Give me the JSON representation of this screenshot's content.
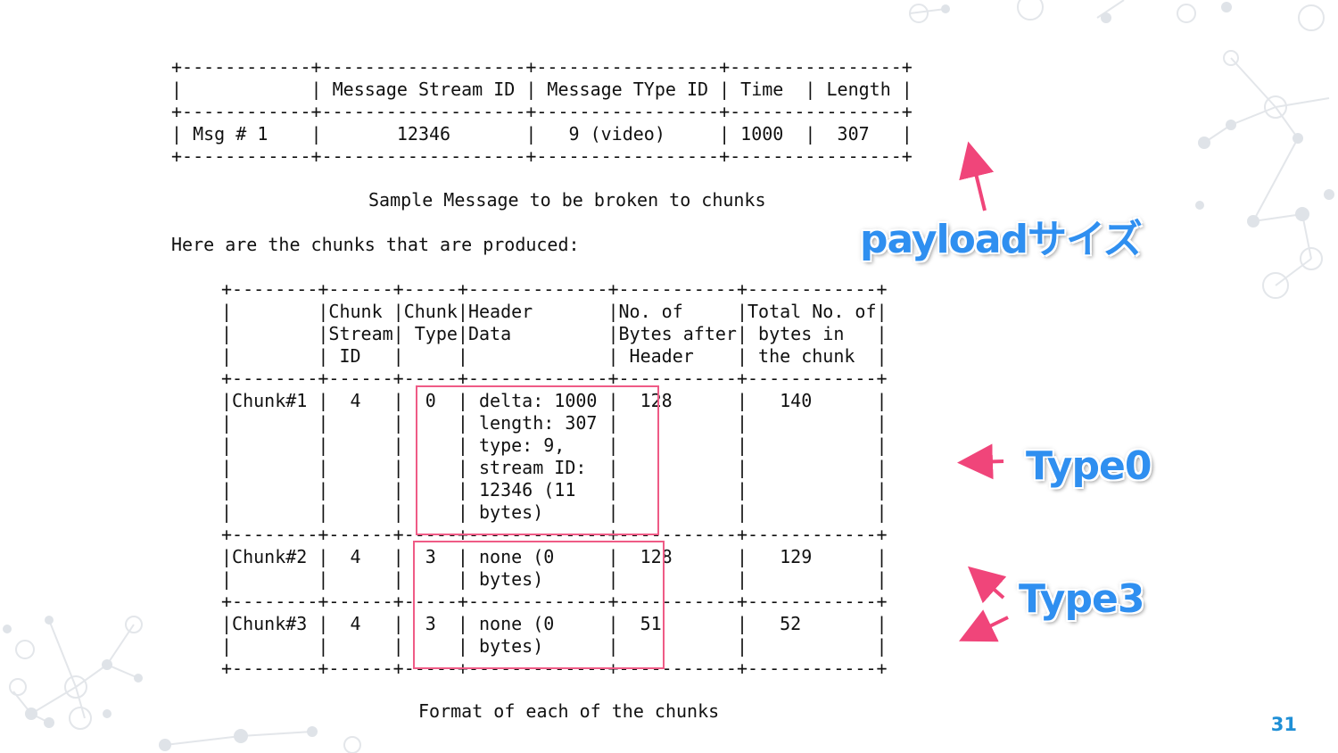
{
  "message_table": {
    "lines": [
      "+------------+-------------------+-----------------+----------------+",
      "|            | Message Stream ID | Message TYpe ID | Time  | Length |",
      "+------------+-------------------+-----------------+----------------+",
      "| Msg # 1    |       12346       |   9 (video)     | 1000  |  307   |",
      "+------------+-------------------+-----------------+----------------+"
    ]
  },
  "message_caption": "Sample Message to be broken to chunks",
  "chunks_intro": "Here are the chunks that are produced:",
  "chunk_table": {
    "lines": [
      "+--------+------+-----+-------------+-----------+------------+",
      "|        |Chunk |Chunk|Header       |No. of     |Total No. of|",
      "|        |Stream| Type|Data         |Bytes after| bytes in   |",
      "|        | ID   |     |             | Header    | the chunk  |",
      "+--------+------+-----+-------------+-----------+------------+",
      "|Chunk#1 |  4   |  0  | delta: 1000 |  128      |   140      |",
      "|        |      |     | length: 307 |           |            |",
      "|        |      |     | type: 9,    |           |            |",
      "|        |      |     | stream ID:  |           |            |",
      "|        |      |     | 12346 (11   |           |            |",
      "|        |      |     | bytes)      |           |            |",
      "+--------+------+-----+-------------+-----------+------------+",
      "|Chunk#2 |  4   |  3  | none (0     |  128      |   129      |",
      "|        |      |     | bytes)      |           |            |",
      "+--------+------+-----+-------------+-----------+------------+",
      "|Chunk#3 |  4   |  3  | none (0     |  51       |   52       |",
      "|        |      |     | bytes)      |           |            |",
      "+--------+------+-----+-------------+-----------+------------+"
    ]
  },
  "chunk_caption": "Format of each of the chunks",
  "annotations": {
    "payload": "payloadサイズ",
    "type0": "Type0",
    "type3": "Type3"
  },
  "page_number": "31",
  "colors": {
    "highlight": "#ef5b86",
    "annotation_text": "#2f8ff0",
    "arrow": "#f0457a",
    "page_number": "#1f8fd6",
    "decoration": "#dfe3e8"
  }
}
